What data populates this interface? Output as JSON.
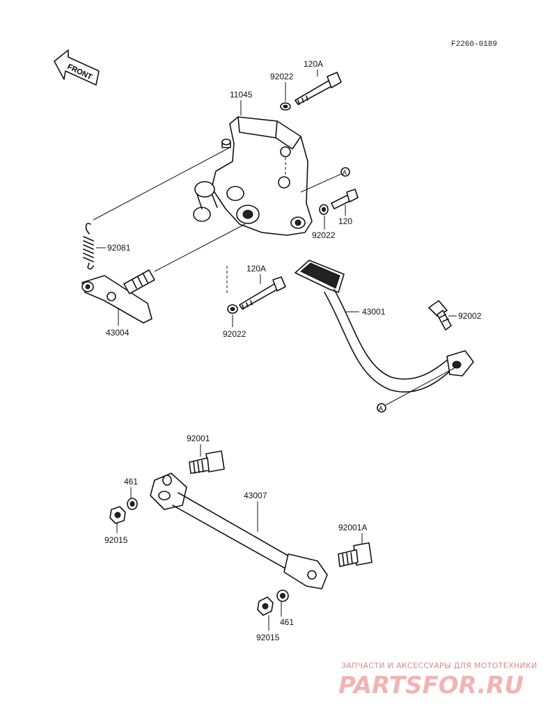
{
  "diagram": {
    "reference_code": "F2260-0189",
    "front_arrow_label": "FRONT",
    "connector_marker": "A",
    "parts": {
      "bracket": "11045",
      "bolt_top": "120A",
      "washer_top": "92022",
      "bolt_right": "120",
      "washer_right": "92022",
      "spring": "92081",
      "shaft_lever": "43004",
      "bolt_mid": "120A",
      "washer_mid": "92022",
      "brake_pedal": "43001",
      "pedal_bolt": "92002",
      "rod_bolt_left": "92001",
      "washer_rod_left": "461",
      "nut_rod_left": "92015",
      "brake_rod": "43007",
      "rod_bolt_right": "92001A",
      "washer_rod_right": "461",
      "nut_rod_right": "92015"
    }
  },
  "watermark": {
    "tagline": "ЗАПЧАСТИ И АКСЕССУАРЫ ДЛЯ МОТОТЕХНИКИ",
    "logo": "PARTSFOR.RU"
  }
}
